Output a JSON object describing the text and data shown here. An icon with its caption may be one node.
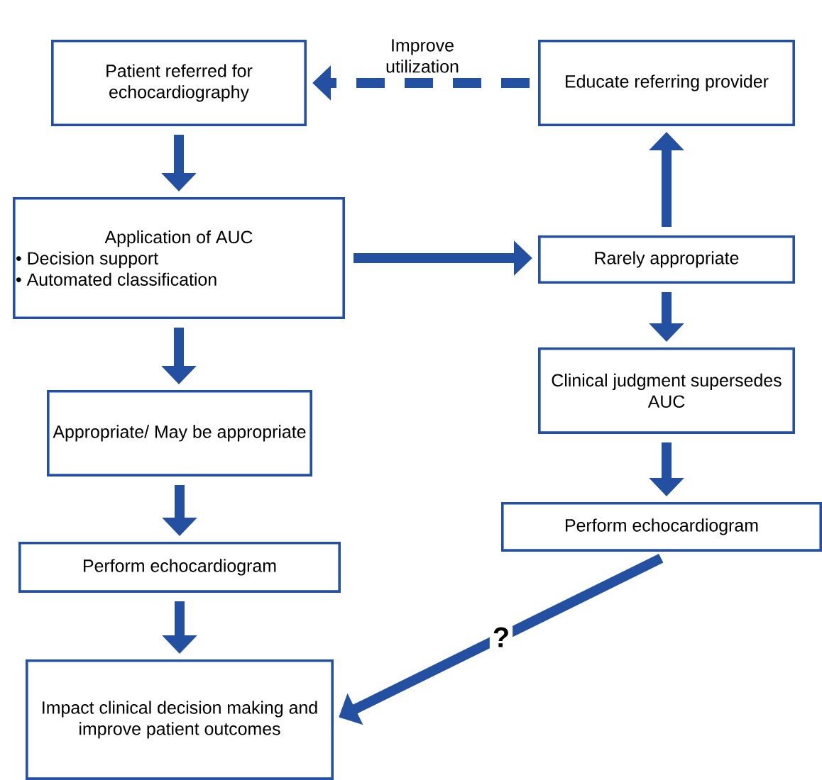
{
  "diagram": {
    "nodes": [
      {
        "text": [
          "Patient referred for echocardiography"
        ]
      },
      {
        "text": [
          "Application of AUC",
          "• Decision support",
          "• Automated classification"
        ]
      },
      {
        "text": [
          "Appropriate/ May be appropriate"
        ]
      },
      {
        "text": [
          "Perform echocardiogram"
        ]
      },
      {
        "text": [
          "Impact clinical decision making and improve patient outcomes"
        ]
      },
      {
        "text": [
          "Educate referring provider"
        ]
      },
      {
        "text": [
          "Rarely appropriate"
        ]
      },
      {
        "text": [
          "Clinical judgment supersedes AUC"
        ]
      },
      {
        "text": [
          "Perform echocardiogram"
        ]
      }
    ],
    "edges": [
      {
        "from": 0,
        "to": 1,
        "arrow": "to"
      },
      {
        "from": 1,
        "to": 2,
        "arrow": "to"
      },
      {
        "from": 2,
        "to": 3,
        "arrow": "to"
      },
      {
        "from": 3,
        "to": 4,
        "arrow": "to"
      },
      {
        "from": 1,
        "to": 6,
        "arrow": "to"
      },
      {
        "from": 6,
        "to": 5,
        "arrow": "to"
      },
      {
        "from": 5,
        "to": 0,
        "arrow": "to",
        "style": "dashed",
        "label": "Improve utilization"
      },
      {
        "from": 6,
        "to": 7,
        "arrow": "to"
      },
      {
        "from": 7,
        "to": 8,
        "arrow": "to"
      },
      {
        "from": 8,
        "to": 4,
        "arrow": "to",
        "label": "?"
      }
    ]
  }
}
